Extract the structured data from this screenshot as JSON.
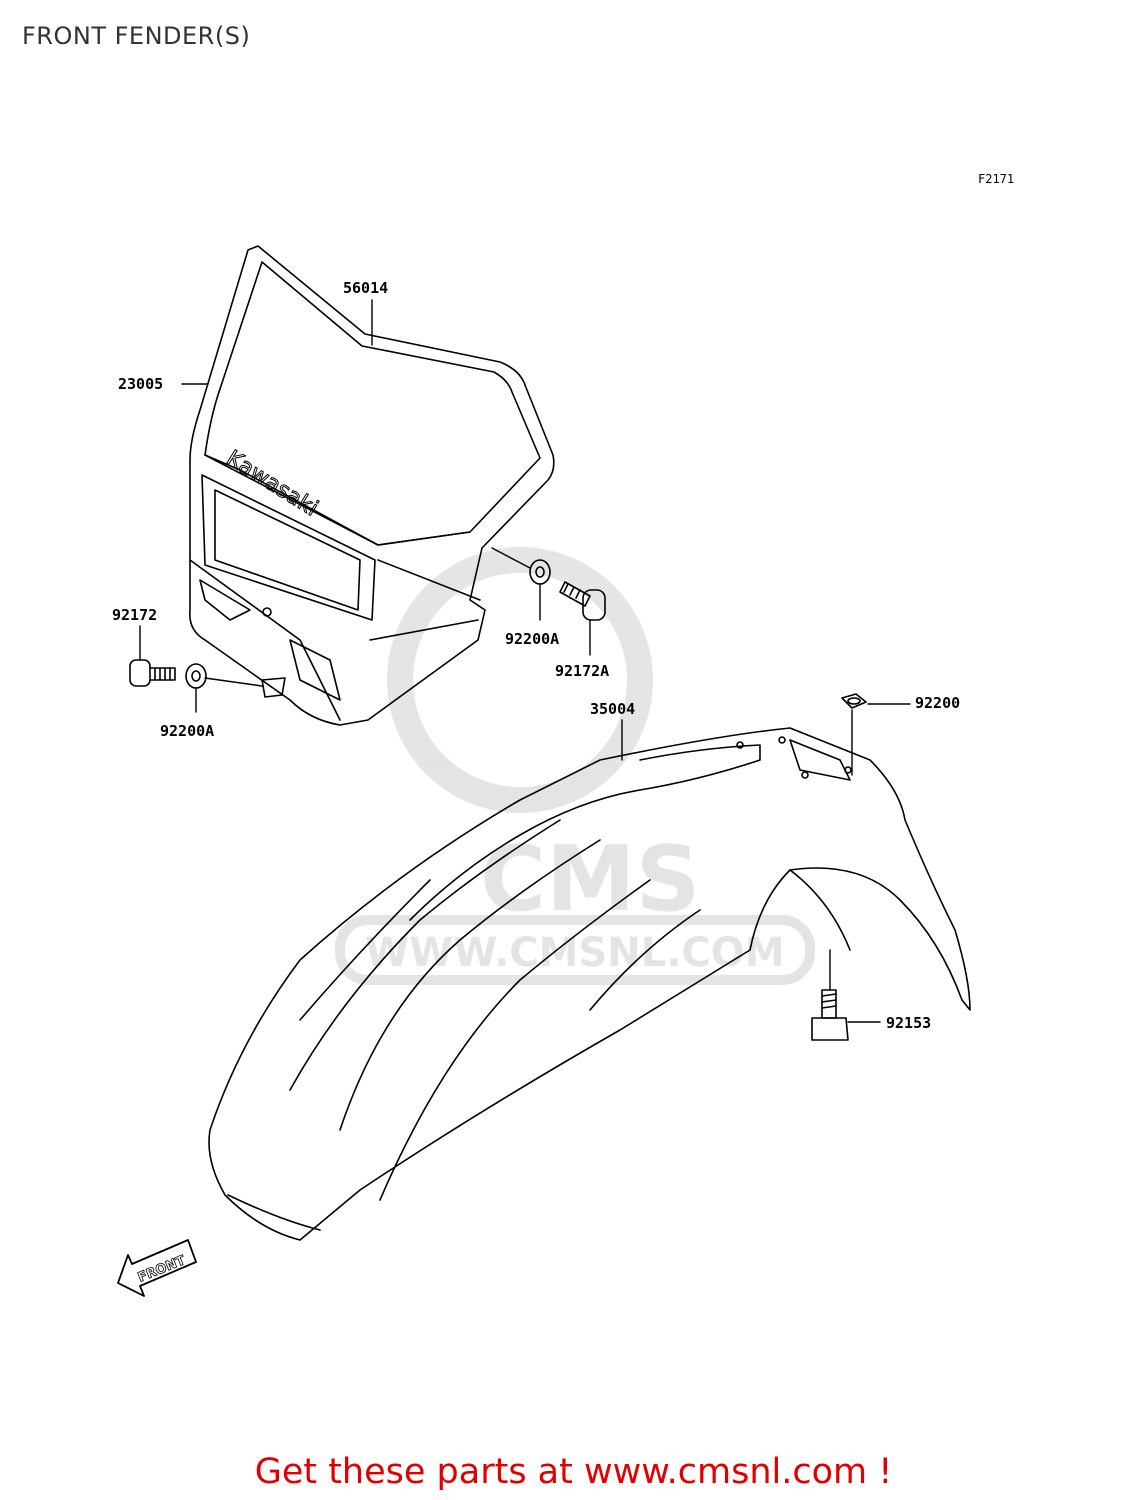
{
  "header": {
    "title": "FRONT FENDER(S)"
  },
  "figure_code": "F2171",
  "callouts": {
    "p56014": "56014",
    "p23005": "23005",
    "p92172": "92172",
    "p92200A_left": "92200A",
    "p92200A_right": "92200A",
    "p92172A": "92172A",
    "p35004": "35004",
    "p92200": "92200",
    "p92153": "92153"
  },
  "headlight_logo": "Kawasaki",
  "front_arrow": "FRONT",
  "watermark": {
    "brand": "CMS",
    "url": "WWW.CMSNL.COM"
  },
  "footer": {
    "cta": "Get these parts at www.cmsnl.com !",
    "cta_color": "#e00000"
  }
}
